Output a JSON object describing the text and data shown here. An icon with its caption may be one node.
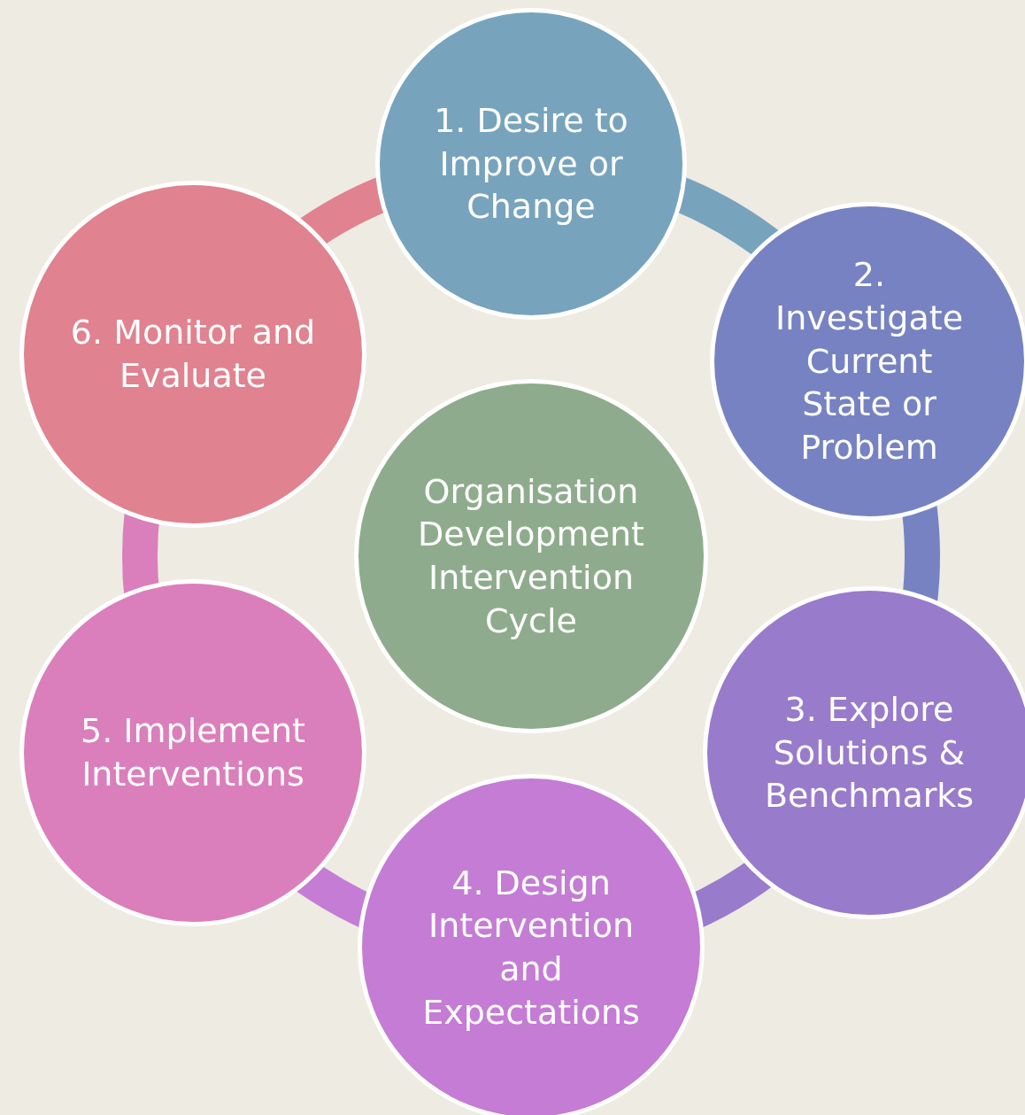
{
  "diagram": {
    "nodes": [
      {
        "text": [
          "1. Desire to Improve or Change"
        ]
      },
      {
        "text": [
          "2. Investigate Current State or Problem"
        ]
      },
      {
        "text": [
          "3. Explore Solutions & Benchmarks"
        ]
      },
      {
        "text": [
          "4. Design Intervention and Expectations"
        ]
      },
      {
        "text": [
          "5. Implement Interventions"
        ]
      },
      {
        "text": [
          "6. Monitor and Evaluate"
        ]
      },
      {
        "text": [
          "Organisation Development Intervention Cycle"
        ]
      }
    ],
    "edges": [
      {
        "from": 0,
        "to": 1,
        "arrow": "none",
        "color": "#77a3bd"
      },
      {
        "from": 1,
        "to": 2,
        "arrow": "none",
        "color": "#7782c2"
      },
      {
        "from": 2,
        "to": 3,
        "arrow": "none",
        "color": "#987bcb"
      },
      {
        "from": 3,
        "to": 4,
        "arrow": "none",
        "color": "#c47cd5"
      },
      {
        "from": 4,
        "to": 5,
        "arrow": "none",
        "color": "#da7fbb"
      },
      {
        "from": 5,
        "to": 0,
        "arrow": "none",
        "color": "#e0828f"
      }
    ]
  }
}
